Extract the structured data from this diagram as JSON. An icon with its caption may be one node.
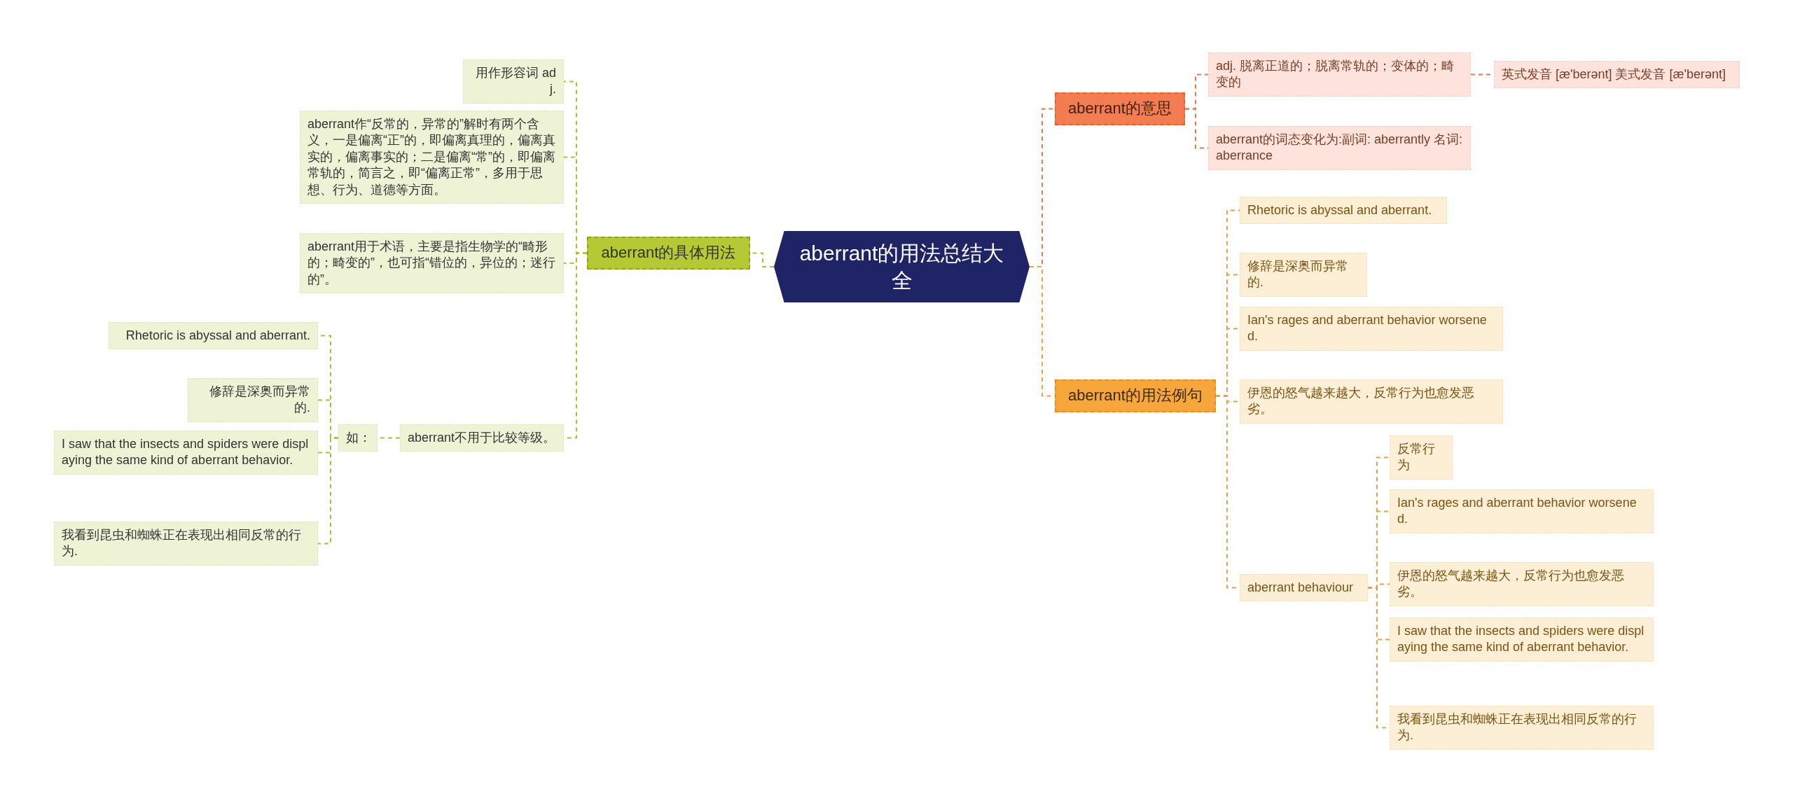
{
  "diagram": {
    "nodes": [
      {
        "text": [
          "aberrant的用法总结大全"
        ]
      },
      {
        "text": [
          "aberrant的具体用法"
        ]
      },
      {
        "text": [
          "用作形容词 adj."
        ]
      },
      {
        "text": [
          "aberrant作“反常的，异常的”解时有两个含义，一是偏离“正”的，即偏离真理的，偏离真实的，偏离事实的；二是偏离“常”的，即偏离常轨的，简言之，即“偏离正常”，多用于思想、行为、道德等方面。"
        ]
      },
      {
        "text": [
          "aberrant用于术语，主要是指生物学的“畸形的；畸变的”，也可指“错位的，异位的；迷行的”。"
        ]
      },
      {
        "text": [
          "aberrant不用于比较等级。"
        ]
      },
      {
        "text": [
          "如："
        ]
      },
      {
        "text": [
          "Rhetoric is abyssal and aberrant."
        ]
      },
      {
        "text": [
          "修辞是深奥而异常的."
        ]
      },
      {
        "text": [
          "I saw that the insects and spiders were displaying the same kind of aberrant behavior."
        ]
      },
      {
        "text": [
          "我看到昆虫和蜘蛛正在表现出相同反常的行为."
        ]
      },
      {
        "text": [
          "aberrant的意思"
        ]
      },
      {
        "text": [
          "adj. 脱离正道的；脱离常轨的；变体的；畸变的"
        ]
      },
      {
        "text": [
          "英式发音 [æ'berənt] 美式发音 [æ'berənt]"
        ]
      },
      {
        "text": [
          "aberrant的词态变化为:副词: aberrantly 名词: aberrance"
        ]
      },
      {
        "text": [
          "aberrant的用法例句"
        ]
      },
      {
        "text": [
          "Rhetoric is abyssal and aberrant."
        ]
      },
      {
        "text": [
          "修辞是深奥而异常的."
        ]
      },
      {
        "text": [
          "Ian's rages and aberrant behavior worsened."
        ]
      },
      {
        "text": [
          "伊恩的怒气越来越大，反常行为也愈发恶劣。"
        ]
      },
      {
        "text": [
          "aberrant behaviour"
        ]
      },
      {
        "text": [
          "反常行为"
        ]
      },
      {
        "text": [
          "Ian's rages and aberrant behavior worsened."
        ]
      },
      {
        "text": [
          "伊恩的怒气越来越大，反常行为也愈发恶劣。"
        ]
      },
      {
        "text": [
          "I saw that the insects and spiders were displaying the same kind of aberrant behavior."
        ]
      },
      {
        "text": [
          "我看到昆虫和蜘蛛正在表现出相同反常的行为."
        ]
      }
    ],
    "edges": [
      {
        "from": 0,
        "to": 1,
        "arrow": "none",
        "color": "#a9c13a"
      },
      {
        "from": 0,
        "to": 11,
        "arrow": "none",
        "color": "#e07b54"
      },
      {
        "from": 0,
        "to": 15,
        "arrow": "none",
        "color": "#f0a23c"
      },
      {
        "from": 1,
        "to": 2,
        "arrow": "none",
        "color": "#a9c13a"
      },
      {
        "from": 1,
        "to": 3,
        "arrow": "none",
        "color": "#a9c13a"
      },
      {
        "from": 1,
        "to": 4,
        "arrow": "none",
        "color": "#a9c13a"
      },
      {
        "from": 1,
        "to": 5,
        "arrow": "none",
        "color": "#a9c13a"
      },
      {
        "from": 5,
        "to": 6,
        "arrow": "none",
        "color": "#a9c13a"
      },
      {
        "from": 6,
        "to": 7,
        "arrow": "none",
        "color": "#a9c13a"
      },
      {
        "from": 6,
        "to": 8,
        "arrow": "none",
        "color": "#a9c13a"
      },
      {
        "from": 6,
        "to": 9,
        "arrow": "none",
        "color": "#a9c13a"
      },
      {
        "from": 6,
        "to": 10,
        "arrow": "none",
        "color": "#a9c13a"
      },
      {
        "from": 11,
        "to": 12,
        "arrow": "none",
        "color": "#e07b54"
      },
      {
        "from": 11,
        "to": 14,
        "arrow": "none",
        "color": "#e07b54"
      },
      {
        "from": 12,
        "to": 13,
        "arrow": "none",
        "color": "#e07b54"
      },
      {
        "from": 15,
        "to": 16,
        "arrow": "none",
        "color": "#d9a54d"
      },
      {
        "from": 15,
        "to": 17,
        "arrow": "none",
        "color": "#d9a54d"
      },
      {
        "from": 15,
        "to": 18,
        "arrow": "none",
        "color": "#d9a54d"
      },
      {
        "from": 15,
        "to": 19,
        "arrow": "none",
        "color": "#d9a54d"
      },
      {
        "from": 15,
        "to": 20,
        "arrow": "none",
        "color": "#d9a54d"
      },
      {
        "from": 20,
        "to": 21,
        "arrow": "none",
        "color": "#d9a54d"
      },
      {
        "from": 20,
        "to": 22,
        "arrow": "none",
        "color": "#d9a54d"
      },
      {
        "from": 20,
        "to": 23,
        "arrow": "none",
        "color": "#d9a54d"
      },
      {
        "from": 20,
        "to": 24,
        "arrow": "none",
        "color": "#d9a54d"
      },
      {
        "from": 20,
        "to": 25,
        "arrow": "none",
        "color": "#d9a54d"
      }
    ]
  }
}
